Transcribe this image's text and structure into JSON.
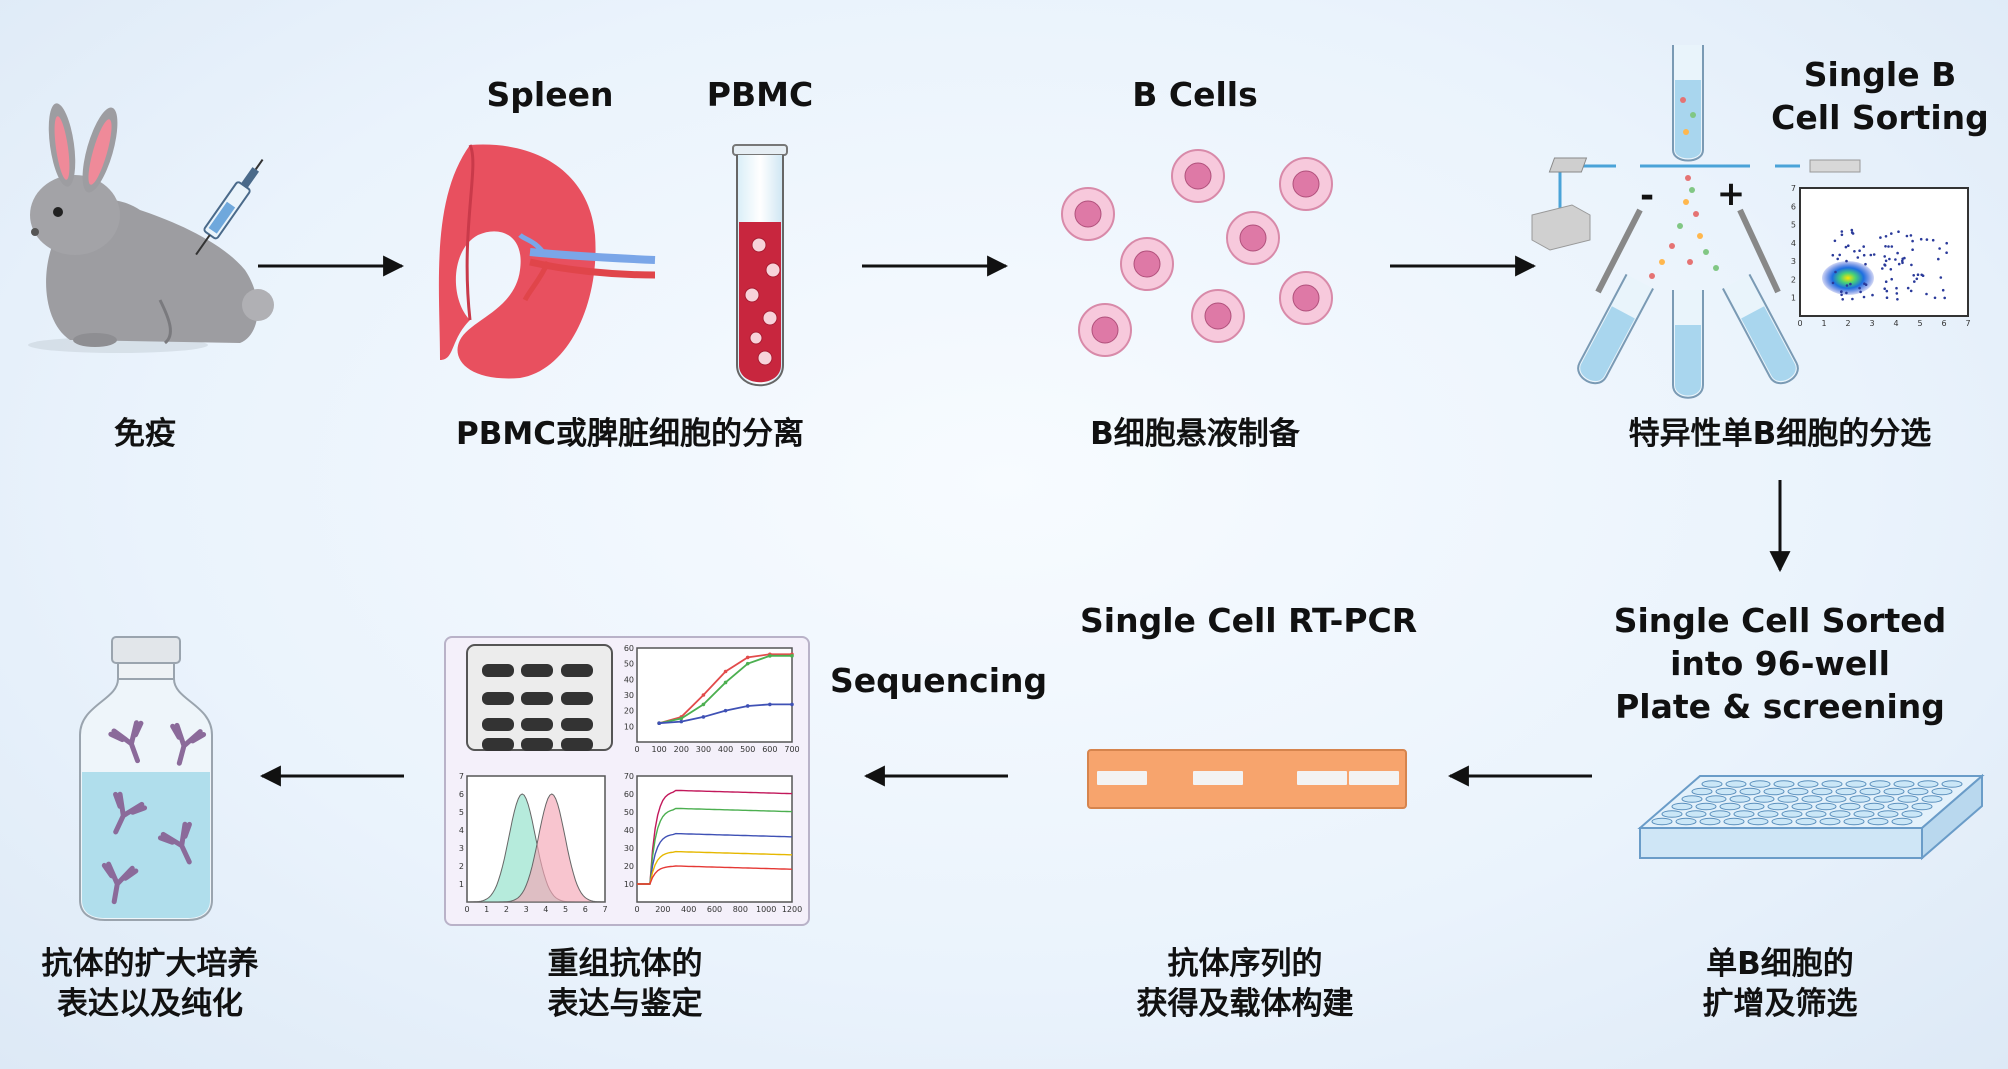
{
  "steps": {
    "immunize": "免疫",
    "isolation": "PBMC或脾脏细胞的分离",
    "suspension": "B细胞悬液制备",
    "sorting": "特异性单B细胞的分选",
    "expand_line1": "单B细胞的",
    "expand_line2": "扩增及筛选",
    "seq_line1": "抗体序列的",
    "seq_line2": "获得及载体构建",
    "recomb_line1": "重组抗体的",
    "recomb_line2": "表达与鉴定",
    "culture_line1": "抗体的扩大培养",
    "culture_line2": "表达以及纯化"
  },
  "labels": {
    "spleen": "Spleen",
    "pbmc": "PBMC",
    "b_cells": "B Cells",
    "single_b_line1": "Single B",
    "single_b_line2": "Cell Sorting",
    "sorted_line1": "Single Cell Sorted",
    "sorted_line2": "into 96-well",
    "sorted_line3": "Plate & screening",
    "rt_pcr": "Single Cell RT-PCR",
    "sequencing": "Sequencing",
    "minus": "-",
    "plus": "+"
  },
  "colors": {
    "arrow": "#111111",
    "spleen": "#e8505f",
    "cell_outer": "#f7c9dc",
    "cell_inner": "#de79a6",
    "gel_band": "#f7a46d",
    "vial_liquid": "#a9dcea"
  },
  "chart_data": [
    {
      "type": "line",
      "x": [
        100,
        200,
        300,
        400,
        500,
        600,
        700
      ],
      "series": [
        {
          "values": [
            12,
            16,
            30,
            45,
            54,
            56,
            56
          ],
          "color": "#e24b4b"
        },
        {
          "values": [
            12,
            15,
            24,
            38,
            50,
            55,
            55
          ],
          "color": "#4caf50"
        },
        {
          "values": [
            12,
            13,
            16,
            20,
            23,
            24,
            24
          ],
          "color": "#3f51b5"
        }
      ],
      "xlim": [
        0,
        700
      ],
      "ylim": [
        0,
        60
      ],
      "xticks": [
        "0",
        "100",
        "200",
        "300",
        "400",
        "500",
        "600",
        "700"
      ],
      "yticks": [
        "10",
        "20",
        "30",
        "40",
        "50",
        "60"
      ]
    },
    {
      "type": "area",
      "series": [
        {
          "center": 2.8,
          "peak": 6,
          "color": "#8fe0c9"
        },
        {
          "center": 4.3,
          "peak": 6,
          "color": "#f4a6b5"
        }
      ],
      "xlim": [
        0,
        7
      ],
      "ylim": [
        0,
        7
      ],
      "xticks": [
        "0",
        "1",
        "2",
        "3",
        "4",
        "5",
        "6",
        "7"
      ],
      "yticks": [
        "1",
        "2",
        "3",
        "4",
        "5",
        "6",
        "7"
      ]
    },
    {
      "type": "line",
      "series": [
        {
          "plateau": 62,
          "color": "#c2185b"
        },
        {
          "plateau": 52,
          "color": "#4caf50"
        },
        {
          "plateau": 38,
          "color": "#3f51b5"
        },
        {
          "plateau": 28,
          "color": "#e6b800"
        },
        {
          "plateau": 20,
          "color": "#e53935"
        }
      ],
      "xlim": [
        0,
        1200
      ],
      "ylim": [
        0,
        70
      ],
      "xticks": [
        "0",
        "200",
        "400",
        "600",
        "800",
        "1000",
        "1200"
      ],
      "yticks": [
        "10",
        "20",
        "30",
        "40",
        "50",
        "60",
        "70"
      ]
    },
    {
      "type": "scatter",
      "xlim": [
        0,
        7
      ],
      "ylim": [
        0,
        7
      ],
      "xticks": [
        "0",
        "1",
        "2",
        "3",
        "4",
        "5",
        "6",
        "7"
      ],
      "yticks": [
        "1",
        "2",
        "3",
        "4",
        "5",
        "6",
        "7"
      ]
    }
  ]
}
